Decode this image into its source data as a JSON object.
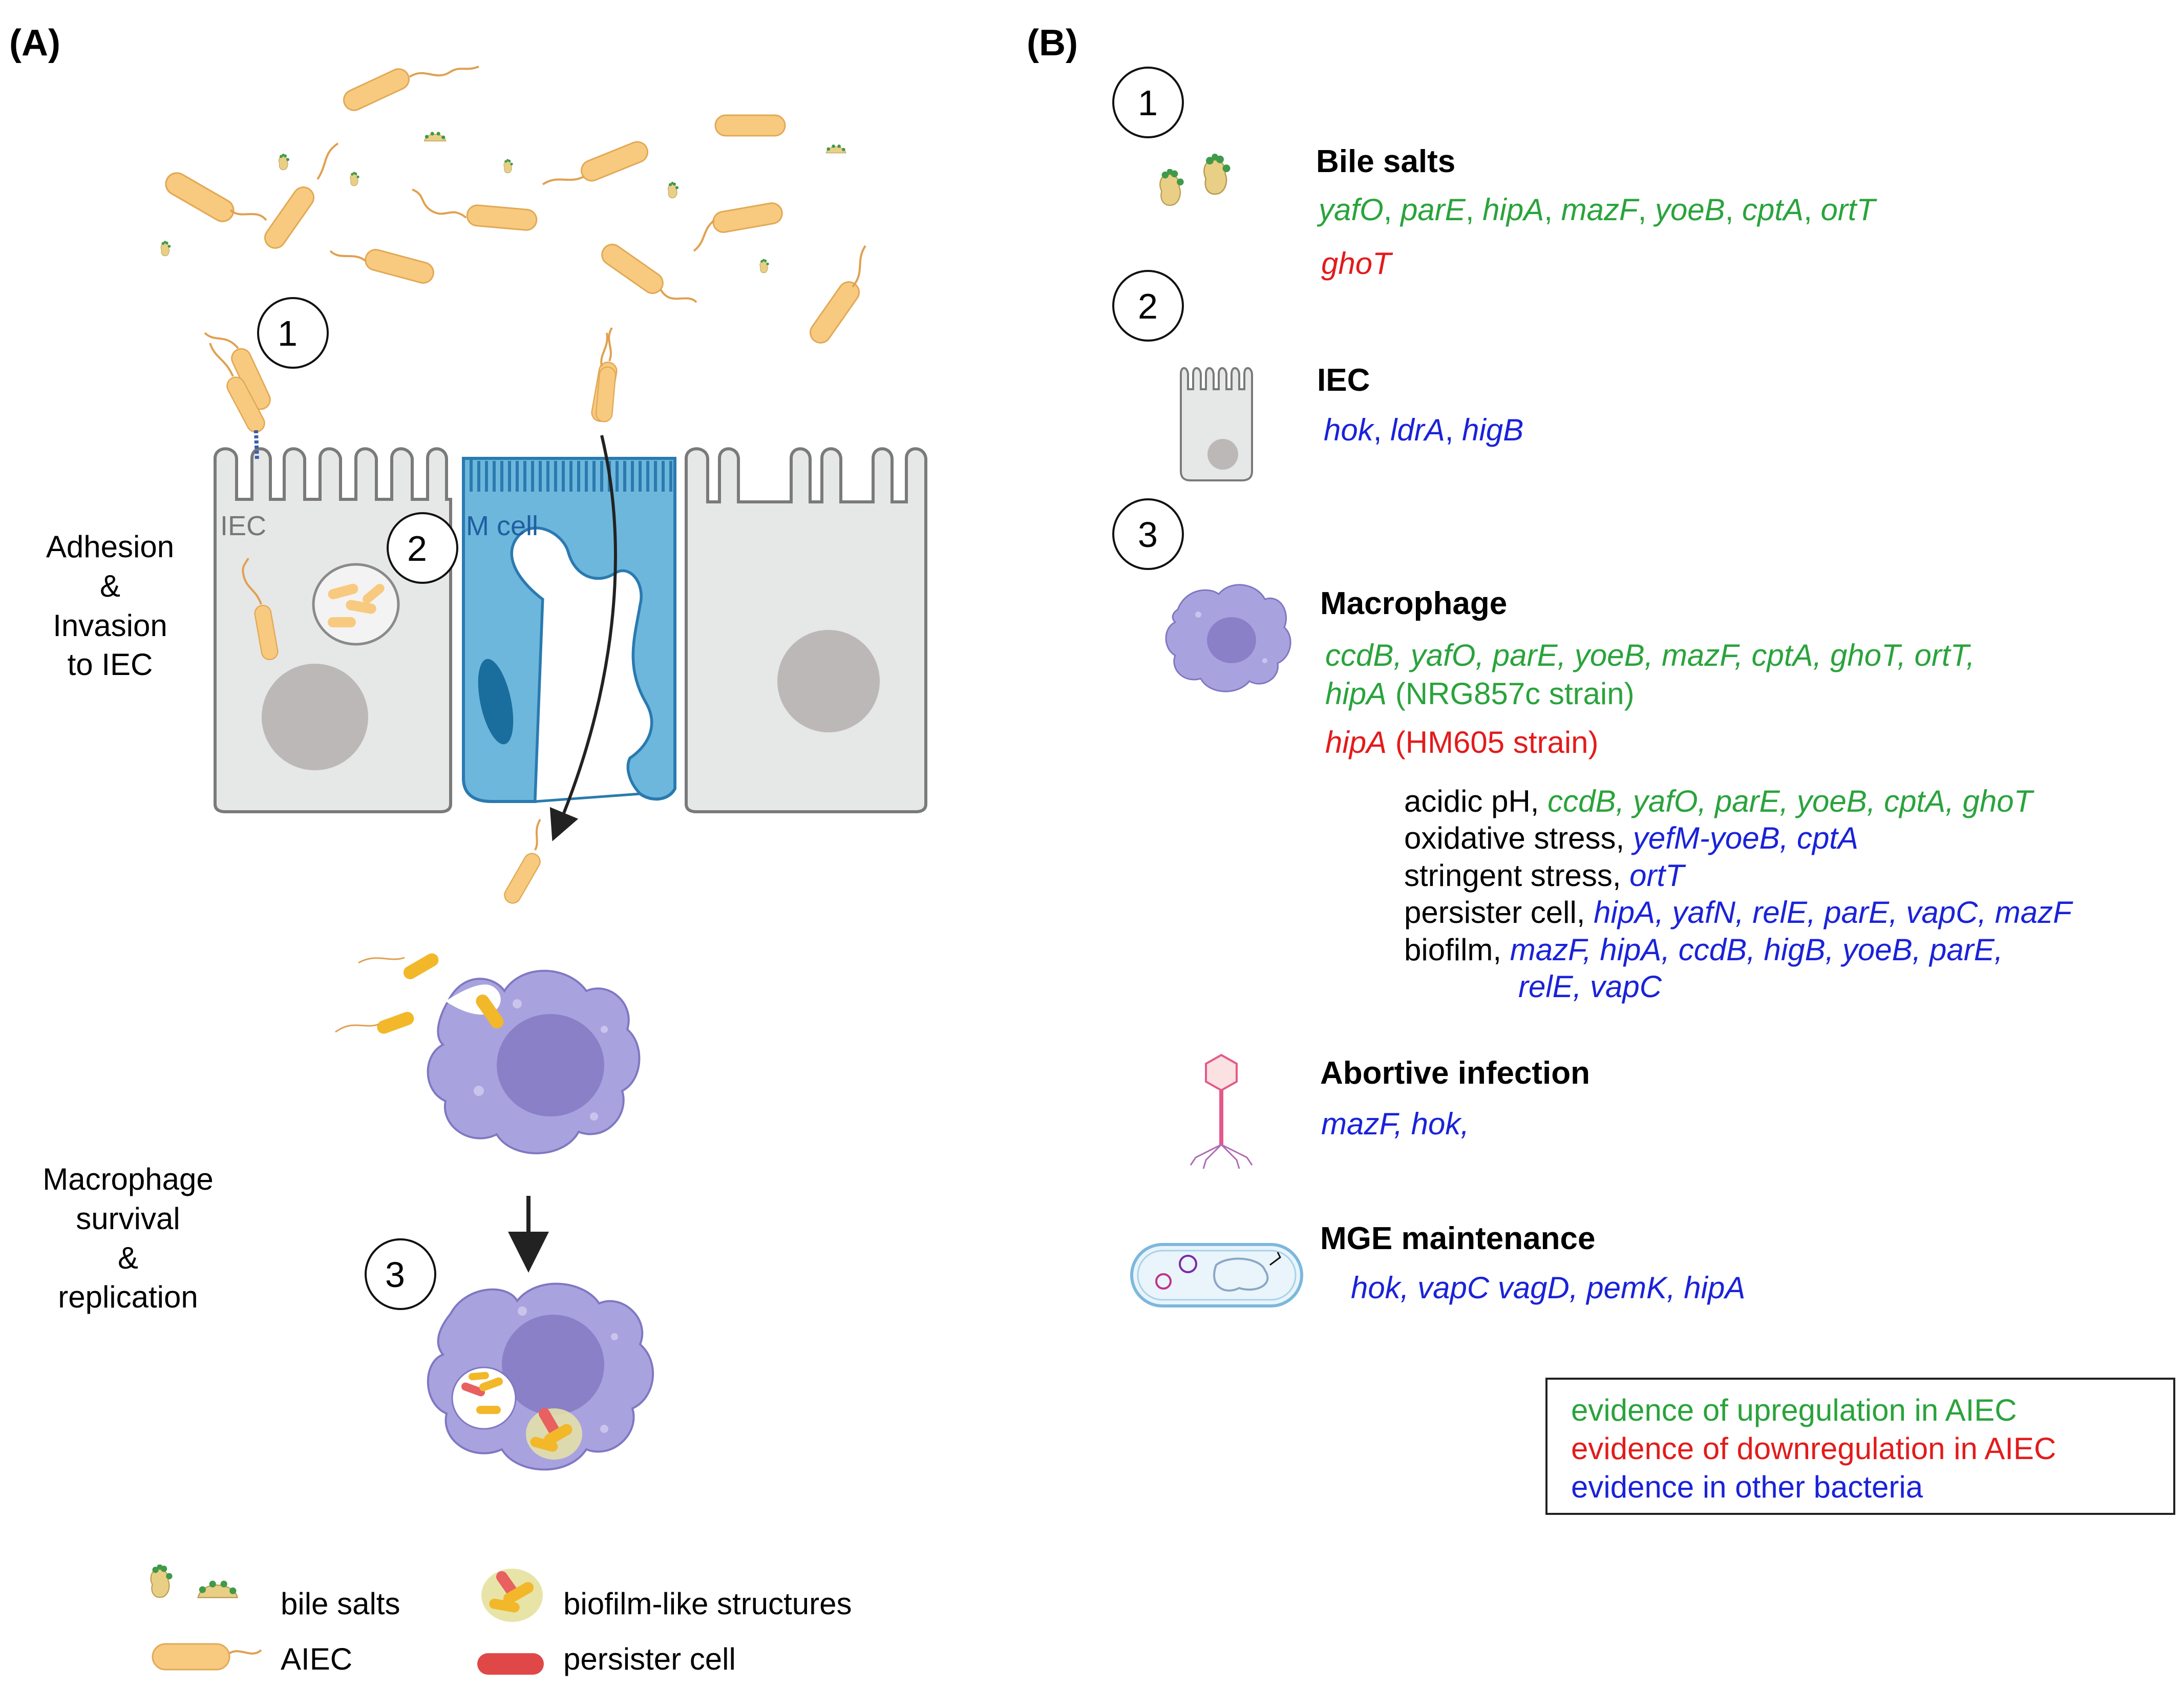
{
  "panel_a": {
    "label": "(A)",
    "steps": [
      "1",
      "2",
      "3"
    ],
    "cell_labels": {
      "iec": "IEC",
      "m_cell": "M cell"
    },
    "side_labels": {
      "adhesion": [
        "Adhesion",
        "&",
        "Invasion",
        "to IEC"
      ],
      "macrophage": [
        "Macrophage",
        "survival",
        "&",
        "replication"
      ]
    },
    "legend": [
      {
        "icon": "bile-salts-icon",
        "text": "bile salts"
      },
      {
        "icon": "aiec-bacterium-icon",
        "text": "AIEC"
      },
      {
        "icon": "biofilm-icon",
        "text": "biofilm-like structures"
      },
      {
        "icon": "persister-cell-icon",
        "text": "persister cell"
      }
    ]
  },
  "panel_b": {
    "label": "(B)",
    "sections": {
      "bile": {
        "step": "1",
        "title": "Bile salts",
        "up": [
          "yafO",
          "parE",
          "hipA",
          "mazF",
          "yoeB",
          "cptA",
          "ortT"
        ],
        "down": "ghoT"
      },
      "iec": {
        "step": "2",
        "title": "IEC",
        "other": [
          "hok",
          "ldrA",
          "higB"
        ]
      },
      "macrophage": {
        "step": "3",
        "title": "Macrophage",
        "up_line1": "ccdB, yafO, parE, yoeB, mazF, cptA, ghoT, ortT,",
        "up_line2_gene": "hipA",
        "up_line2_note": "(NRG857c strain)",
        "down_gene": "hipA",
        "down_note": "(HM605 strain)",
        "conditions": [
          {
            "label": "acidic pH,",
            "genes": "ccdB, yafO, parE, yoeB, cptA, ghoT",
            "color": "green"
          },
          {
            "label": "oxidative stress,",
            "genes": "yefM-yoeB, cptA",
            "color": "blue"
          },
          {
            "label": "stringent stress,",
            "genes": "ortT",
            "color": "blue"
          },
          {
            "label": "persister cell,",
            "genes": "hipA, yafN, relE, parE, vapC, mazF",
            "color": "blue"
          },
          {
            "label": "biofilm,",
            "genes": "mazF, hipA, ccdB, higB, yoeB, parE,",
            "color": "blue"
          }
        ],
        "biofilm_cont": "relE, vapC"
      },
      "abortive": {
        "title": "Abortive infection",
        "other": "mazF, hok,"
      },
      "mge": {
        "title": "MGE maintenance",
        "other": "hok, vapC vagD, pemK, hipA"
      }
    },
    "key": {
      "up": "evidence of upregulation in AIEC",
      "down": "evidence of downregulation in AIEC",
      "other": "evidence in other bacteria"
    }
  },
  "colors": {
    "upregulation": "#2aa33c",
    "downregulation": "#e31b1b",
    "other_bacteria": "#1a22d9",
    "aiec": "#f7c97e",
    "iec_cell": "#e6e7e7",
    "m_cell": "#6db7dc",
    "macrophage": "#a8a3df",
    "nucleus_iec": "#bdb8b8",
    "nucleus_macrophage": "#8a80c8"
  }
}
